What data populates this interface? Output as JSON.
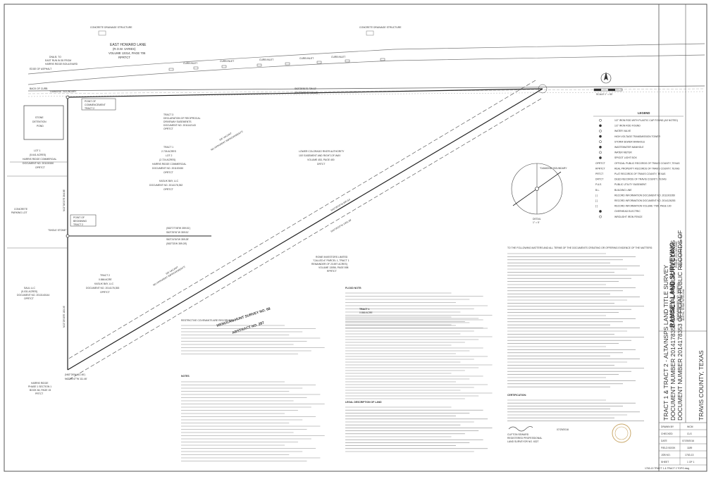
{
  "road": {
    "name": "EAST HOWARD LANE",
    "row": "(R.O.W. VARIES)",
    "volume": "VOLUME 13314, PAGE 706",
    "rprtct": "RPRTCT",
    "edge_asphalt": "EDGE OF ASPHALT",
    "back_of_curb": "BACK OF CURB",
    "curb_inlet": "CURB INLET",
    "to_ih35_1": "DNA.B. TO",
    "to_ih35_2": "EAST RUN IN 35 FROM",
    "to_ih35_3": "HARRIS RIDGE BOULEVARD",
    "concrete_drainage": "CONCRETE DRAINAGE STRUCTURE"
  },
  "commencing": {
    "label1": "POINT OF",
    "label2": "COMMENCEMENT",
    "label3": "TRACT 2",
    "marker": "\"DIAMOND\" BOUNDARY"
  },
  "beginning": {
    "label1": "POINT OF",
    "label2": "BEGINNING",
    "label3": "TRACT 2",
    "marker": "\"SHOLE STONE\""
  },
  "pond": {
    "label1": "STONE",
    "label2": "DETENTION",
    "label3": "POND"
  },
  "easement_note": {
    "line1": "TRACT 3",
    "line2": "DECLARATION OF RECIPROCAL",
    "line3": "DRIVEWAY EASEMENTS",
    "line4": "DOCUMENT NO. 2011142143",
    "line5": "OPRTCT"
  },
  "tract1": {
    "line1": "TRACT 1",
    "line2": "2.726 ACRES",
    "line3": "LOT 2",
    "line4": "(2.724 ACRES)",
    "line5": "HARRIS RIDGE COMMERCIAL",
    "line6": "DOCUMENT NO. 201100150",
    "line7": "OPRTCT",
    "line8": "KASLIK BAY, LLC",
    "line9": "DOCUMENT NO. 2014178,352",
    "line10": "OPRTCT"
  },
  "tract2": {
    "line1": "TRACT 2",
    "line2": "0.866 ACRE",
    "line3": "KASLIK BAY, LLC",
    "line4": "DOCUMENT NO. 2014178,353",
    "line5": "OPRTCT"
  },
  "lot1": {
    "line1": "LOT 1",
    "line2": "(5.641 ACRES)",
    "line3": "HARRIS RIDGE COMMERCIAL",
    "line4": "DOCUMENT NO. 201100150",
    "line5": "OPRTCT"
  },
  "lcra": {
    "line1": "LOWER COLORADO RIVER AUTHORITY",
    "line2": "100' EASEMENT AND RIGHT-OF-WAY",
    "line3": "VOLUME 453, PAGE 400",
    "line4": "DRTCT"
  },
  "vacant1": {
    "line1": "S/E VACANT",
    "line2": "NO APPARENT IMPROVEMENTS"
  },
  "vacant2": {
    "line1": "S/E VACANT",
    "line2": "NO APPARENT IMPROVEMENTS"
  },
  "survey": {
    "line1": "MENUCAN HUNT SURVEY NO. 68",
    "line2": "ABSTRACT NO. 287"
  },
  "rowe": {
    "line1": "ROWE INVESTORS LIMITED",
    "line2": "\"CALLED A\" PARCEL 1, TRACT 1",
    "line3": "REMAINDER OF 23.597 ACRES)",
    "line4": "VOLUME 13056, PAGE 598",
    "line5": "RPRTCT"
  },
  "bearings": {
    "north_line": "S63°25'51\"E 726.12'",
    "north_record": "(S63°25'50\"E 726.12')",
    "diag_upper": "S40°05'03\"W 985.54'",
    "diag_lower": "S40°08'23\"W 1061.68'",
    "west_upper": "N02°34'30\"E 364.98'",
    "west_lower": "N02°29'08\"E 183.06'",
    "mid1": "(S63°27'08\"W 359.51')",
    "mid2": "S63°25'51\"W 359.51'",
    "mid3": "S63°24'54\"W 359.28'",
    "mid4": "(S63°33'W 359.28')",
    "south1": "(N62°26'W 111.46')",
    "south2": "N62°26'47\"W 111.46'"
  },
  "harris": {
    "line1": "HARRIS RIDGE",
    "line2": "PHASE 1 SECTION 1",
    "line3": "BOOK 84, PAGE 15",
    "line4": "PRTCT"
  },
  "saul": {
    "line1": "SAUL LLC",
    "line2": "(5.031 ACRES)",
    "line3": "DOCUMENT NO. 2013140144",
    "line4": "OPRTCT"
  },
  "parking": {
    "line1": "CONCRETE",
    "line2": "PARKING LOT"
  },
  "detail": {
    "label": "DETAIL",
    "scale": "1\" = 5'",
    "marker": "\"DIAMOND\" BOUNDARY"
  },
  "scale": {
    "label": "SCALE  1\" = 50'"
  },
  "legend": {
    "title": "LEGEND",
    "items": [
      "1/2\" IRON ROD WITH PLASTIC CAP FOUND (AS NOTED)",
      "1/2\" IRON ROD FOUND",
      "WATER VALVE",
      "HIGH VOLTAGE TRANSMISSION TOWER",
      "STORM SEWER MANHOLE",
      "WASTEWATER MANHOLE",
      "WATER METER",
      "SPIGOT LIGHT BOX",
      "OFFICIAL PUBLIC RECORDS OF TRAVIS COUNTY, TEXAS",
      "REAL PROPERTY RECORDS OF TRAVIS COUNTY, TEXAS",
      "PLAT RECORDS OF TRAVIS COUNTY, TEXAS",
      "DEED RECORDS OF TRAVIS COUNTY, TEXAS",
      "PUBLIC UTILITY EASEMENT",
      "BUILDING LINE",
      "RECORD INFORMATION DOCUMENT NO. 2011001950",
      "RECORD INFORMATION DOCUMENT NO. 2014126253",
      "RECORD INFORMATION VOLUME 7785, PAGE 100",
      "OVERHEAD ELECTRIC",
      "WROUGHT IRON FENCE"
    ],
    "codes": [
      "",
      "",
      "",
      "",
      "",
      "",
      "",
      "",
      "OPRTCT",
      "RPRTCT",
      "PRTCT",
      "DRTCT",
      "P.U.E.",
      "B.L.",
      "( )",
      "[ ]",
      "{ }",
      "",
      ""
    ]
  },
  "title_block": {
    "firm": "RAMSEY LAND SURVEYING",
    "firm_line2": "TEXAS FIRM REG. NO. 10036800",
    "firm_line3": "8716 SOUTHWEST PARKWAY",
    "firm_line4": "AUSTIN, TEXAS 78735-2168",
    "firm_line5": "PHONE: (512) 891-6386",
    "firm_line6": "ramsey@ramseysurveying.com",
    "title1": "TRACT 1 & TRACT 2 - ALTA/NSPS LAND TITLE SURVEY",
    "title2": "DOCUMENT NUMBER 2014178352 OFFICIAL PUBLIC RECORDS",
    "title3": "DOCUMENT NUMBER 2014178353 OFFICIAL PUBLIC RECORDS OF",
    "title4": "TRAVIS COUNTY, TEXAS",
    "drawn_by_label": "DRAWN BY",
    "drawn_by": "WCM",
    "checked_label": "CHECKED",
    "checked": "CLS",
    "date_label": "DATE",
    "date": "07/29/2016",
    "field_label": "FIELD BOOK",
    "field": "1189",
    "job_label": "JOB NO.",
    "job": "1763-13",
    "sheet_label": "SHEET",
    "sheet": "1 OF 1",
    "file": "1763-13 TRACT 1 & TRACT 2 TOPO.dwg"
  },
  "notes": {
    "heading": "NOTES",
    "restrictive": "RESTRICTIVE COVENANTS ARE RECORDED IN:",
    "flood_heading": "FLOOD NOTE:",
    "legal_heading": "LEGAL DESCRIPTION OF LAND",
    "cert_heading": "CERTIFICATION:",
    "schedule_heading": "TO THE FOLLOWING MATTERS AND ALL TERMS OF THE DOCUMENTS CREATING OR OFFERING EVIDENCE OF THE MATTERS:",
    "tract1_desc": "TRACT 1",
    "tract1_sub": "0.866 ACRE",
    "surveyor": "CLIFTON SEWARD",
    "surveyor_line2": "REGISTERED PROFESSIONAL",
    "surveyor_line3": "LAND SURVEYOR NO. 6327",
    "surveyor_date": "07/29/2016"
  }
}
